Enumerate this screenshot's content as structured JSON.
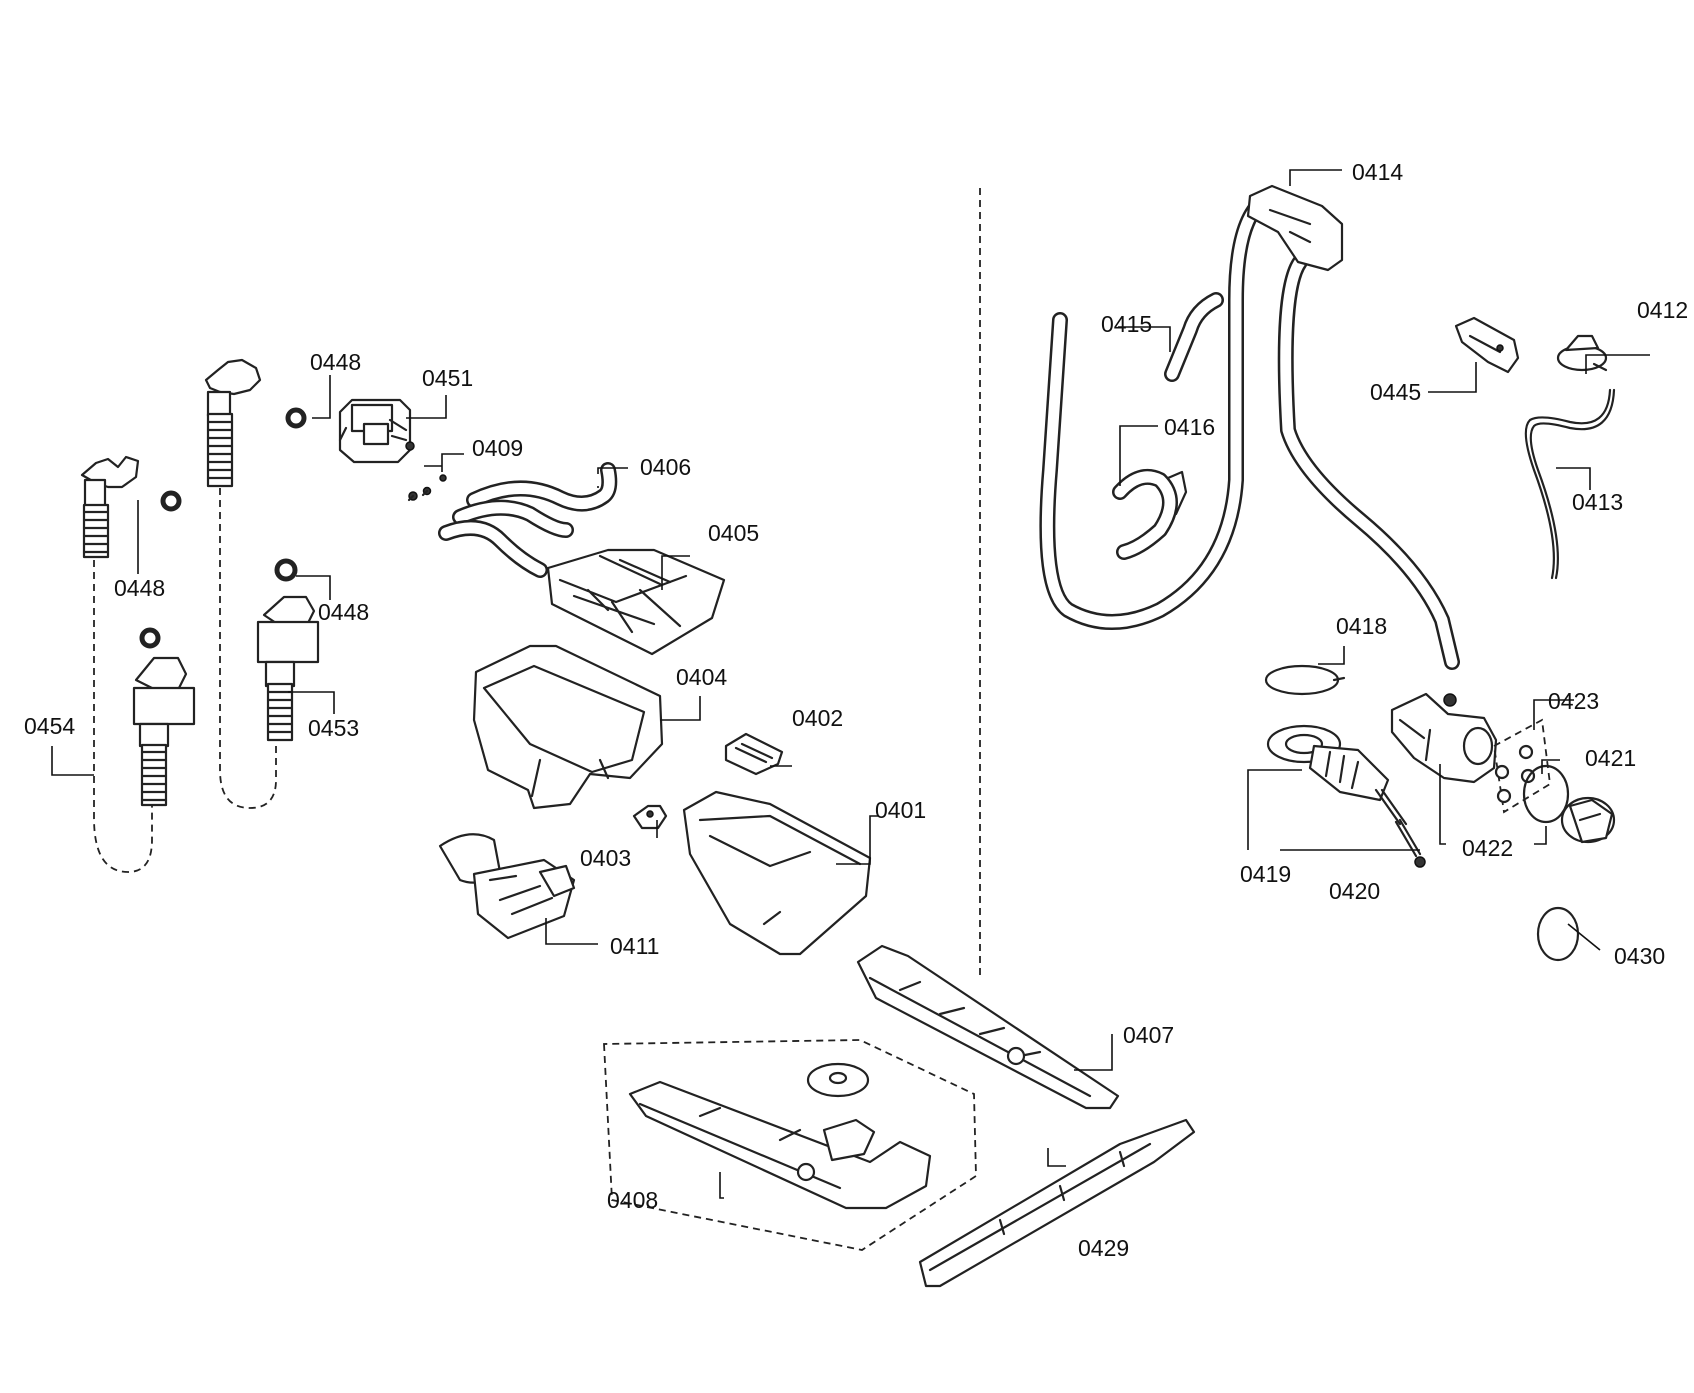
{
  "labels": {
    "p0401": "0401",
    "p0402": "0402",
    "p0403": "0403",
    "p0404": "0404",
    "p0405": "0405",
    "p0406": "0406",
    "p0407": "0407",
    "p0408": "0408",
    "p0409": "0409",
    "p0411": "0411",
    "p0412": "0412",
    "p0413": "0413",
    "p0414": "0414",
    "p0415": "0415",
    "p0416": "0416",
    "p0418": "0418",
    "p0419": "0419",
    "p0420": "0420",
    "p0421": "0421",
    "p0422": "0422",
    "p0423": "0423",
    "p0429": "0429",
    "p0430": "0430",
    "p0445": "0445",
    "p0448a": "0448",
    "p0448b": "0448",
    "p0448c": "0448",
    "p0451": "0451",
    "p0453": "0453",
    "p0454": "0454"
  }
}
